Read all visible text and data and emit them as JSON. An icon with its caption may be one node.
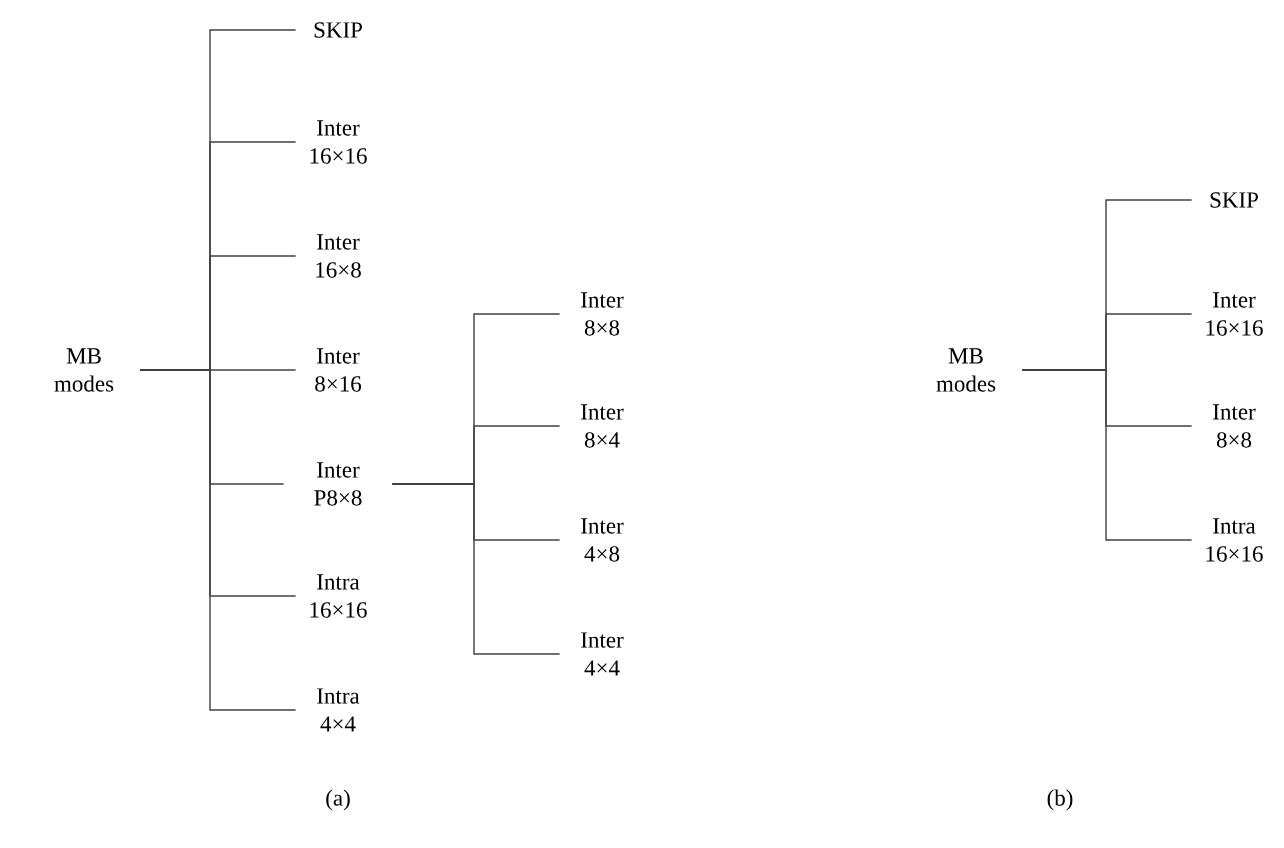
{
  "diagram": {
    "nodes": [
      {
        "text": [
          "MB modes"
        ]
      },
      {
        "text": [
          "SKIP"
        ]
      },
      {
        "text": [
          "Inter 16×16"
        ]
      },
      {
        "text": [
          "Inter 16×8"
        ]
      },
      {
        "text": [
          "Inter 8×16"
        ]
      },
      {
        "text": [
          "Inter P8×8"
        ]
      },
      {
        "text": [
          "Intra 16×16"
        ]
      },
      {
        "text": [
          "Intra 4×4"
        ]
      },
      {
        "text": [
          "Inter 8×8"
        ]
      },
      {
        "text": [
          "Inter 8×4"
        ]
      },
      {
        "text": [
          "Inter 4×8"
        ]
      },
      {
        "text": [
          "Inter 4×4"
        ]
      },
      {
        "text": [
          "MB modes"
        ]
      },
      {
        "text": [
          "SKIP"
        ]
      },
      {
        "text": [
          "Inter 16×16"
        ]
      },
      {
        "text": [
          "Inter 8×8"
        ]
      },
      {
        "text": [
          "Intra 16×16"
        ]
      }
    ],
    "edges": [
      {
        "from": 0,
        "to": 1,
        "arrow": "none"
      },
      {
        "from": 0,
        "to": 2,
        "arrow": "none"
      },
      {
        "from": 0,
        "to": 3,
        "arrow": "none"
      },
      {
        "from": 0,
        "to": 4,
        "arrow": "none"
      },
      {
        "from": 0,
        "to": 5,
        "arrow": "none"
      },
      {
        "from": 0,
        "to": 6,
        "arrow": "none"
      },
      {
        "from": 0,
        "to": 7,
        "arrow": "none"
      },
      {
        "from": 5,
        "to": 8,
        "arrow": "none"
      },
      {
        "from": 5,
        "to": 9,
        "arrow": "none"
      },
      {
        "from": 5,
        "to": 10,
        "arrow": "none"
      },
      {
        "from": 5,
        "to": 11,
        "arrow": "none"
      },
      {
        "from": 12,
        "to": 13,
        "arrow": "none"
      },
      {
        "from": 12,
        "to": 14,
        "arrow": "none"
      },
      {
        "from": 12,
        "to": 15,
        "arrow": "none"
      },
      {
        "from": 12,
        "to": 16,
        "arrow": "none"
      }
    ],
    "labels": [
      "(a)",
      "(b)"
    ]
  }
}
